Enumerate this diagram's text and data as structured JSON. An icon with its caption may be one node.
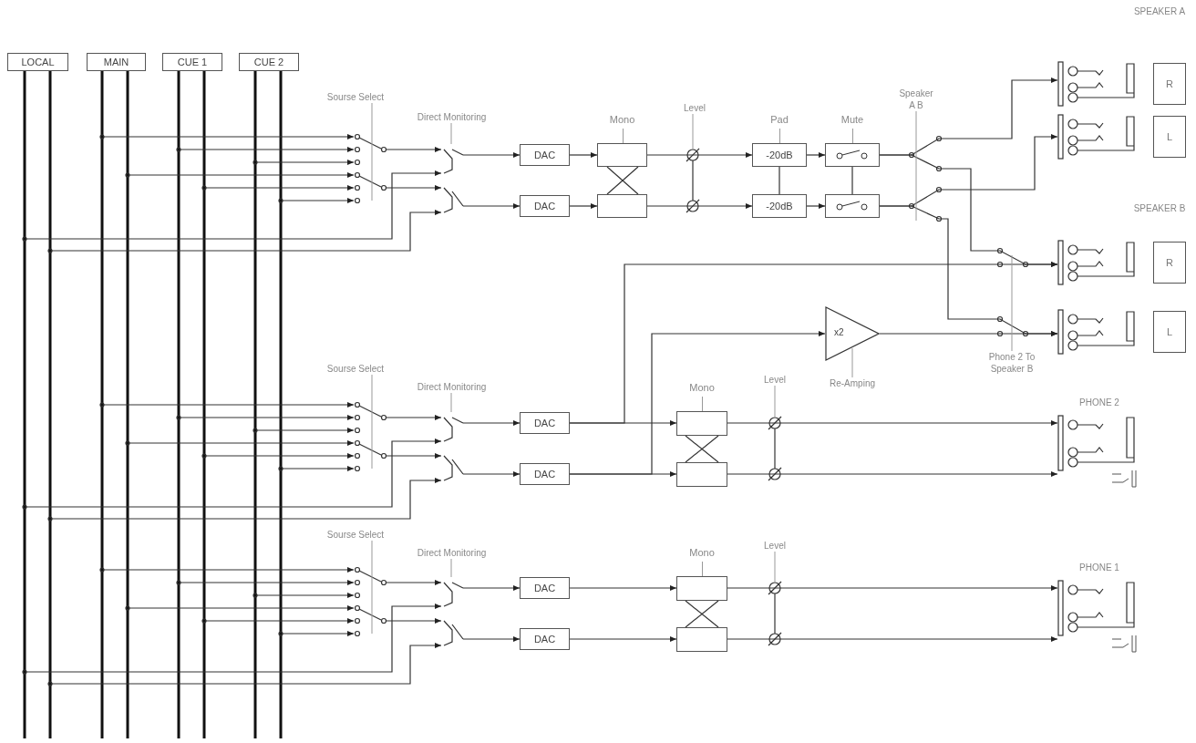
{
  "diagram": {
    "nodes": [
      {
        "text": [
          "LOCAL"
        ]
      },
      {
        "text": [
          "MAIN"
        ]
      },
      {
        "text": [
          "CUE 1"
        ]
      },
      {
        "text": [
          "CUE 2"
        ]
      },
      {
        "text": [
          "DAC"
        ]
      },
      {
        "text": [
          "Mono"
        ]
      },
      {
        "text": [
          "Pad",
          "-20dB"
        ]
      },
      {
        "text": [
          "Mute"
        ]
      },
      {
        "text": [
          "R"
        ]
      },
      {
        "text": [
          "L"
        ]
      },
      {
        "text": [
          "DAC"
        ]
      },
      {
        "text": [],
        "shape": "box"
      },
      {
        "text": [
          "-20dB"
        ]
      },
      {
        "text": [],
        "shape": "box"
      },
      {
        "text": [
          "R"
        ]
      },
      {
        "text": [
          "L"
        ]
      },
      {
        "text": [
          "x2"
        ]
      },
      {
        "text": [
          "DAC"
        ]
      },
      {
        "text": [
          "Mono"
        ]
      },
      {
        "text": [
          "PHONE 2"
        ]
      },
      {
        "text": [
          "DAC"
        ]
      },
      {
        "text": [],
        "shape": "box"
      },
      {
        "text": [
          "DAC"
        ]
      },
      {
        "text": [
          "Mono"
        ]
      },
      {
        "text": [
          "PHONE 1"
        ]
      },
      {
        "text": [
          "DAC"
        ]
      },
      {
        "text": [],
        "shape": "box"
      },
      {
        "text": [
          "Sourse Select"
        ]
      },
      {
        "text": [
          "Direct Monitoring"
        ]
      },
      {
        "text": [
          "Level"
        ]
      },
      {
        "text": [
          "Speaker A B"
        ]
      },
      {
        "text": [
          "Sourse Select"
        ]
      },
      {
        "text": [
          "Direct Monitoring"
        ]
      },
      {
        "text": [
          "Level"
        ]
      },
      {
        "text": [
          "Phone 2 To Speaker B"
        ]
      },
      {
        "text": [
          "Re-Amping"
        ]
      },
      {
        "text": [
          "Sourse Select"
        ]
      },
      {
        "text": [
          "Direct Monitoring"
        ]
      },
      {
        "text": [
          "Level"
        ]
      }
    ],
    "edges": [
      {
        "from": 4,
        "to": 5,
        "arrow": "to"
      },
      {
        "from": 5,
        "to": 6,
        "arrow": "to"
      },
      {
        "from": 6,
        "to": 7,
        "arrow": "to"
      },
      {
        "from": 7,
        "to": 8,
        "arrow": "to"
      },
      {
        "from": 7,
        "to": 14,
        "arrow": "to"
      },
      {
        "from": 10,
        "to": 11,
        "arrow": "to"
      },
      {
        "from": 11,
        "to": 12,
        "arrow": "to"
      },
      {
        "from": 12,
        "to": 13,
        "arrow": "to"
      },
      {
        "from": 13,
        "to": 9,
        "arrow": "to"
      },
      {
        "from": 13,
        "to": 15,
        "arrow": "to"
      },
      {
        "from": 5,
        "to": 11,
        "arrow": "none"
      },
      {
        "from": 5,
        "to": 11,
        "arrow": "none"
      },
      {
        "from": 6,
        "to": 12,
        "arrow": "none"
      },
      {
        "from": 7,
        "to": 13,
        "arrow": "none"
      },
      {
        "from": 16,
        "to": 15,
        "arrow": "to"
      },
      {
        "from": 17,
        "to": 18,
        "arrow": "to"
      },
      {
        "from": 17,
        "to": 14,
        "arrow": "to"
      },
      {
        "from": 18,
        "to": 19,
        "arrow": "to"
      },
      {
        "from": 20,
        "to": 21,
        "arrow": "to"
      },
      {
        "from": 20,
        "to": 16,
        "arrow": "to"
      },
      {
        "from": 21,
        "to": 19,
        "arrow": "to"
      },
      {
        "from": 18,
        "to": 21,
        "arrow": "none"
      },
      {
        "from": 18,
        "to": 21,
        "arrow": "none"
      },
      {
        "from": 22,
        "to": 23,
        "arrow": "to"
      },
      {
        "from": 23,
        "to": 24,
        "arrow": "to"
      },
      {
        "from": 25,
        "to": 26,
        "arrow": "to"
      },
      {
        "from": 26,
        "to": 24,
        "arrow": "to"
      },
      {
        "from": 23,
        "to": 26,
        "arrow": "none"
      },
      {
        "from": 23,
        "to": 26,
        "arrow": "none"
      },
      {
        "from": 27,
        "to": null,
        "arrow": "none",
        "color": "#999999"
      },
      {
        "from": 28,
        "to": null,
        "arrow": "none",
        "color": "#999999"
      },
      {
        "from": 29,
        "to": null,
        "arrow": "none",
        "color": "#999999"
      },
      {
        "from": 30,
        "to": null,
        "arrow": "none",
        "color": "#999999"
      },
      {
        "from": 31,
        "to": null,
        "arrow": "none",
        "color": "#999999"
      },
      {
        "from": 32,
        "to": null,
        "arrow": "none",
        "color": "#999999"
      },
      {
        "from": 33,
        "to": null,
        "arrow": "none",
        "color": "#999999"
      },
      {
        "from": 34,
        "to": null,
        "arrow": "none",
        "color": "#999999"
      },
      {
        "from": 35,
        "to": 16,
        "arrow": "none",
        "color": "#999999"
      },
      {
        "from": 36,
        "to": null,
        "arrow": "none",
        "color": "#999999"
      },
      {
        "from": 37,
        "to": null,
        "arrow": "none",
        "color": "#999999"
      },
      {
        "from": 38,
        "to": null,
        "arrow": "none",
        "color": "#999999"
      },
      {
        "from": null,
        "to": 4,
        "arrow": "to"
      },
      {
        "from": null,
        "to": 10,
        "arrow": "to"
      },
      {
        "from": null,
        "to": 17,
        "arrow": "to"
      },
      {
        "from": null,
        "to": 20,
        "arrow": "to"
      },
      {
        "from": null,
        "to": 22,
        "arrow": "to"
      },
      {
        "from": null,
        "to": 25,
        "arrow": "to"
      }
    ],
    "labels": [
      "SPEAKER A",
      "SPEAKER B"
    ]
  }
}
